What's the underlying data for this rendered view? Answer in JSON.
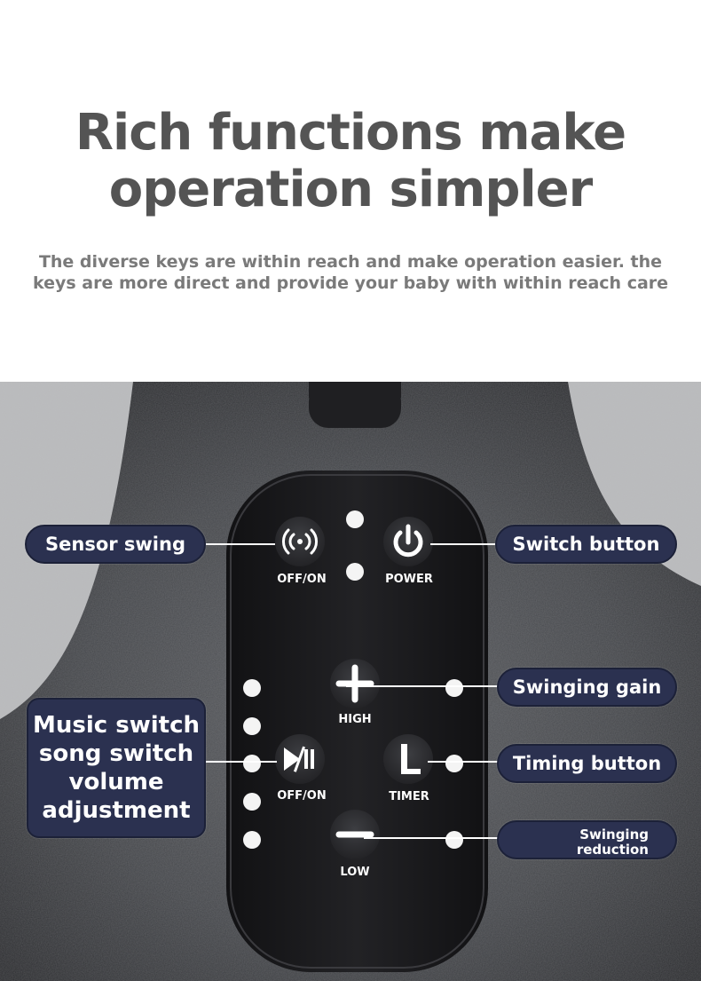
{
  "title": {
    "line1": "Rich functions make",
    "line2": "operation simpler"
  },
  "subtitle": "The diverse keys are within reach and make operation easier. the keys are more direct and provide your baby with within reach care",
  "callouts": {
    "sensor_swing": "Sensor swing",
    "switch_button": "Switch button",
    "swinging_gain": "Swinging gain",
    "music": {
      "line1": "Music switch",
      "line2": "song switch",
      "line3": "volume",
      "line4": "adjustment"
    },
    "timing_button": "Timing button",
    "swinging_reduction": {
      "line1": "Swinging",
      "line2": "reduction"
    }
  },
  "buttons": {
    "sensor_offon": "OFF/ON",
    "power": "POWER",
    "high": "HIGH",
    "music_offon": "OFF/ON",
    "timer": "TIMER",
    "low": "LOW"
  },
  "icons": {
    "sensor": "wireless-signal-icon",
    "power": "power-icon",
    "plus": "plus-icon",
    "play_pause": "play-pause-icon",
    "timer": "letter-l-icon",
    "minus": "minus-icon"
  },
  "colors": {
    "label_bg": "#2b3150",
    "device_body": "#4a4c50",
    "panel": "#1b1b1d"
  }
}
